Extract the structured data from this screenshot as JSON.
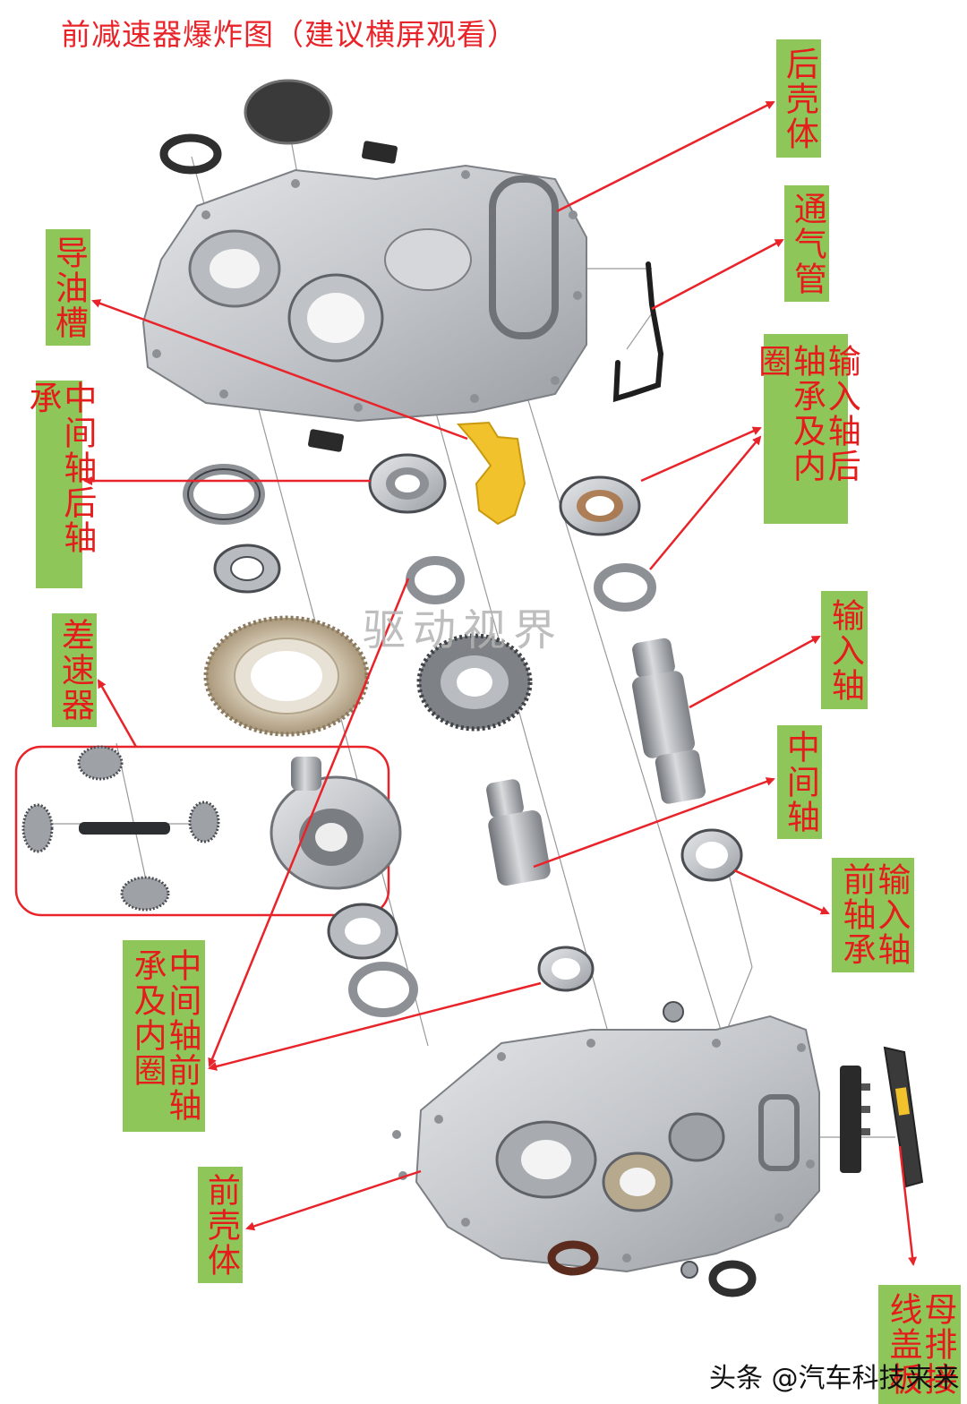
{
  "title": "前减速器爆炸图（建议横屏观看）",
  "watermark": "驱动视界",
  "footer": "头条 @汽车科技来来",
  "labels": {
    "rear_housing": "后壳体",
    "vent_pipe": "通气管",
    "input_rear_bearing": "输入轴后轴承及内圈",
    "oil_guide": "导油槽",
    "mid_rear_bearing": "中间轴后轴承",
    "input_shaft": "输入轴",
    "differential": "差速器",
    "mid_shaft": "中间轴",
    "input_front_bearing": "输入轴前轴承",
    "mid_front_bearing": "中间轴前轴承及内圈",
    "front_housing": "前壳体",
    "busbar_cover": "母排接线盖板"
  },
  "colors": {
    "label_bg": "#8fc65a",
    "label_text": "#e51c1c",
    "arrow": "#e8242a",
    "metal": "#c9ccd0",
    "metal_dark": "#8d9196",
    "gear_gold": "#c8b79a"
  }
}
